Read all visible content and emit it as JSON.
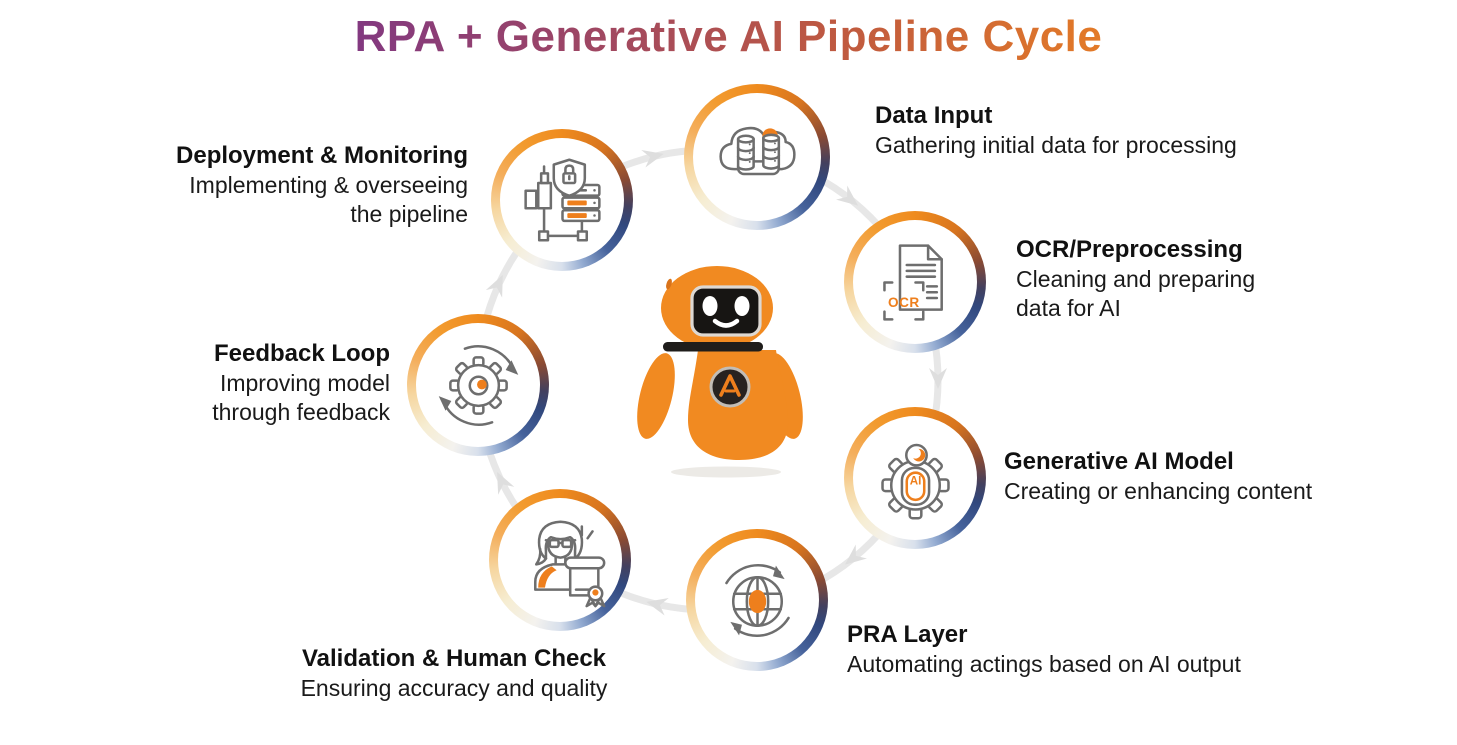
{
  "title": "RPA + Generative AI Pipeline Cycle",
  "colors": {
    "accent_orange": "#EE7F1D",
    "title_gradient": [
      "#6D2F96",
      "#9A4468",
      "#C05A3F",
      "#F0861F"
    ],
    "ring_gradient": [
      "#EF8B1E",
      "#8A4A33",
      "#31487E",
      "#93ABD1",
      "#F4F2EE",
      "#F6EDD2",
      "#F4AE5C"
    ],
    "icon_line_gray": "#6E6E6E",
    "connector_gray": "#E7E7E7",
    "robot_orange": "#F18A21"
  },
  "center": {
    "mascot": "rpa-robot-mascot"
  },
  "nodes": [
    {
      "title": "Data Input",
      "desc_lines": [
        "Gathering initial data for processing"
      ],
      "icon": "cloud-database-icon"
    },
    {
      "title": "OCR/Preprocessing",
      "desc_lines": [
        "Cleaning and preparing",
        "data for AI"
      ],
      "icon": "document-ocr-scan-icon",
      "icon_label": "OCR"
    },
    {
      "title": "Generative AI Model",
      "desc_lines": [
        "Creating or enhancing content"
      ],
      "icon": "gear-person-ai-icon",
      "icon_label": "AI"
    },
    {
      "title": "PRA Layer",
      "desc_lines": [
        "Automating actings based on AI output"
      ],
      "icon": "globe-cycle-arrows-icon"
    },
    {
      "title": "Validation & Human Check",
      "desc_lines": [
        "Ensuring accuracy and quality"
      ],
      "icon": "person-certificate-icon"
    },
    {
      "title": "Feedback Loop",
      "desc_lines": [
        "Improving model",
        "through feedback"
      ],
      "icon": "gear-loop-arrows-icon"
    },
    {
      "title": "Deployment & Monitoring",
      "desc_lines": [
        "Implementing & overseeing",
        "the pipeline"
      ],
      "icon": "server-shield-icon"
    }
  ]
}
